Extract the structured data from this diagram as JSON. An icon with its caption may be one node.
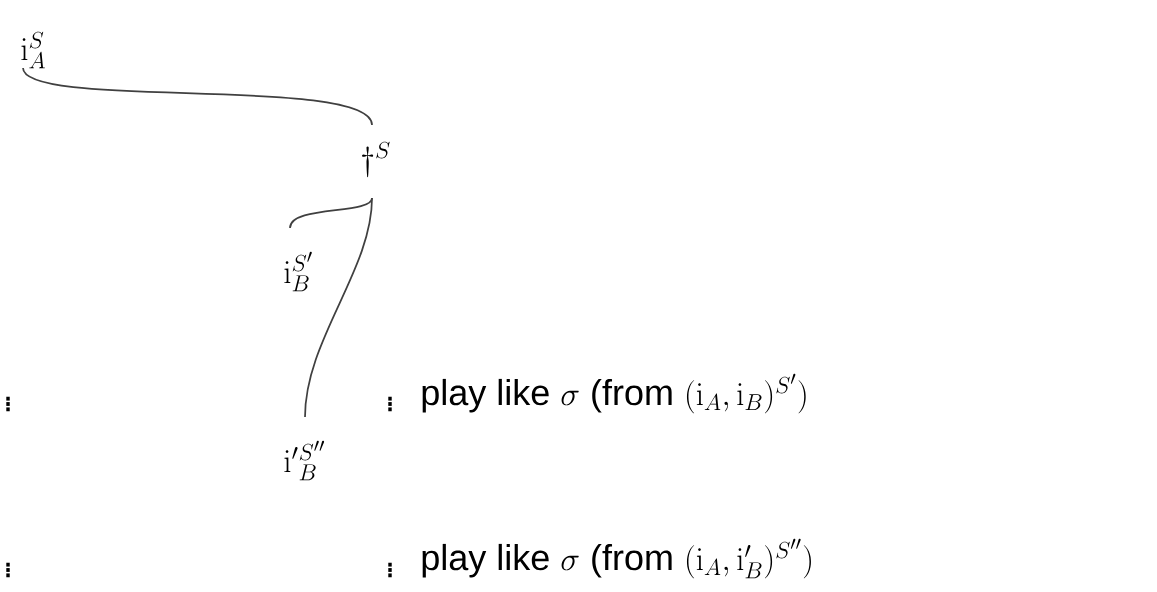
{
  "diagram": {
    "nodes": [
      {
        "text": [
          "\\mathrm{i}_A^S"
        ]
      },
      {
        "text": [
          "\\dagger^S"
        ]
      },
      {
        "text": [
          "\\mathrm{i}_B^{S'}"
        ]
      },
      {
        "text": [
          "\\mathrm{i}'{}_B^{S''}"
        ]
      }
    ],
    "edges": [
      {
        "from": 0,
        "to": 1,
        "arrow": "none"
      },
      {
        "from": 1,
        "to": 2,
        "arrow": "none"
      },
      {
        "from": 1,
        "to": 3,
        "arrow": "none"
      }
    ],
    "labels": [
      "\\vdots",
      "\\vdots",
      "\\textsf{play like }\\sigma\\textsf{ (from }(\\mathrm{i}_A,\\mathrm{i}_B)^{S'})",
      "\\vdots",
      "\\vdots",
      "\\textsf{play like }\\sigma\\textsf{ (from }(\\mathrm{i}_A,\\mathrm{i}'_B)^{S''})"
    ]
  }
}
